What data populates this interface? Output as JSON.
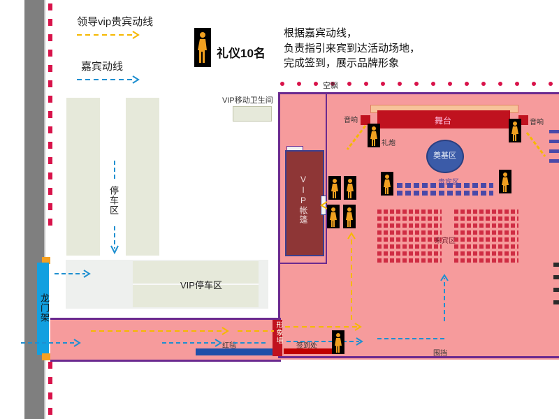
{
  "legend": {
    "vip_route": "领导vip贵宾动线",
    "guest_route": "嘉宾动线",
    "etiquette_count": "礼仪10名",
    "instruction_lines": [
      "根据嘉宾动线，",
      "负责指引来宾到达活动场地，",
      "完成签到，展示品牌形象"
    ]
  },
  "labels": {
    "empty_float": "空飘",
    "vip_restroom": "VIP移动卫生间",
    "parking": "停车区",
    "vip_parking": "VIP停车区",
    "dragon_gate": "龙门架",
    "vip_tent": "VIP帐篷",
    "stage": "舞台",
    "audio_left": "音响",
    "audio_right": "音响",
    "foundation": "奠基区",
    "seat_area": "贵宾区",
    "guest_area": "来宾区",
    "fence": "围挡",
    "sign_in": "签到处",
    "image_wall": "形象墙",
    "red_carpet": "红毯",
    "fireworks": "礼炮"
  },
  "colors": {
    "road": "#7f7f7f",
    "venue_fill": "#f69b9c",
    "venue_border": "#6b2a8f",
    "dot_red": "#d8134a",
    "route_vip": "#f5b800",
    "route_guest": "#1e8fd0",
    "stage": "#c0121f",
    "tent": "#8e3636",
    "gate": "#12a0e0",
    "sign_in": "#c00000",
    "carpet": "#1f4fa8"
  },
  "icons": {
    "person": "etiquette-figure-icon",
    "foundation": "circle-icon"
  }
}
